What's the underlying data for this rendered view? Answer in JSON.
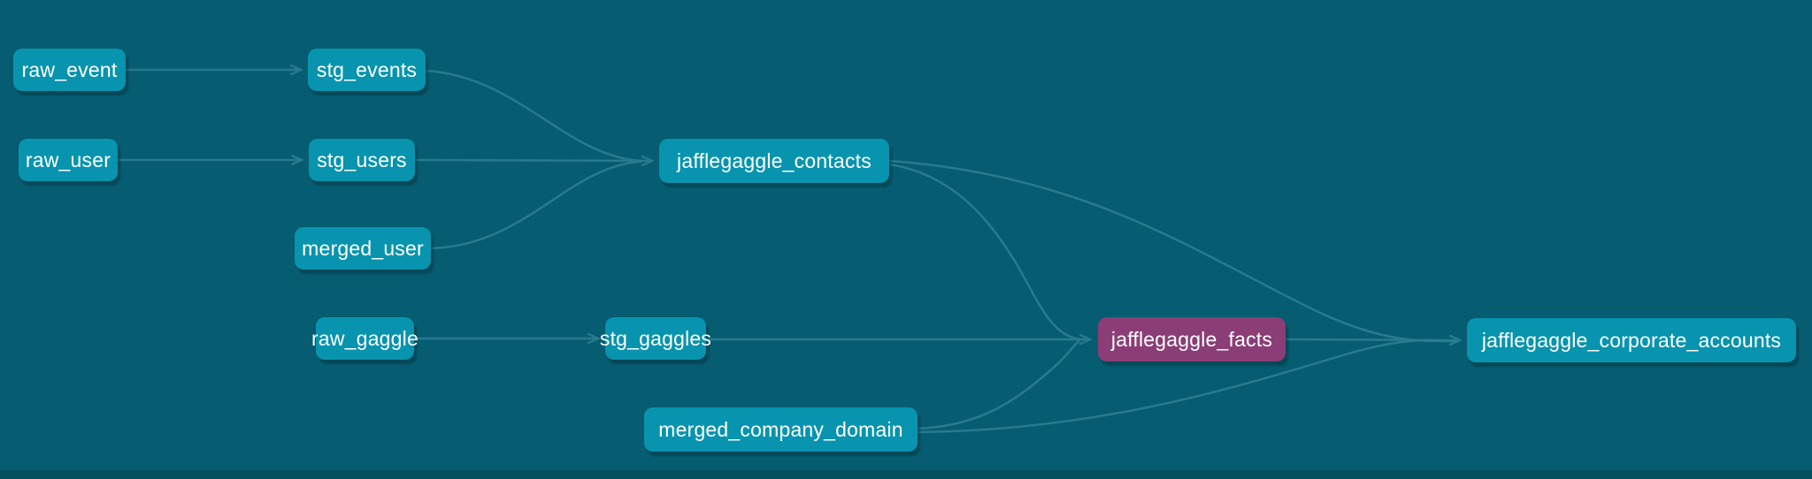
{
  "app": {
    "view_name": "lineage-graph"
  },
  "colors": {
    "background": "#065c70",
    "footer_bar": "#04505f",
    "node_fill": "#0894ae",
    "node_highlight_fill": "#8b3e76",
    "node_text": "#ffffff",
    "edge": "#2a7c90"
  },
  "graph": {
    "nodes": [
      {
        "id": "raw_event",
        "label": "raw_event",
        "kind": "model"
      },
      {
        "id": "stg_events",
        "label": "stg_events",
        "kind": "model"
      },
      {
        "id": "raw_user",
        "label": "raw_user",
        "kind": "model"
      },
      {
        "id": "stg_users",
        "label": "stg_users",
        "kind": "model"
      },
      {
        "id": "merged_user",
        "label": "merged_user",
        "kind": "model"
      },
      {
        "id": "jafflegaggle_contacts",
        "label": "jafflegaggle_contacts",
        "kind": "model"
      },
      {
        "id": "raw_gaggle",
        "label": "raw_gaggle",
        "kind": "model"
      },
      {
        "id": "stg_gaggles",
        "label": "stg_gaggles",
        "kind": "model"
      },
      {
        "id": "merged_company_domain",
        "label": "merged_company_domain",
        "kind": "model"
      },
      {
        "id": "jafflegaggle_facts",
        "label": "jafflegaggle_facts",
        "kind": "highlighted"
      },
      {
        "id": "jafflegaggle_corporate_accounts",
        "label": "jafflegaggle_corporate_accounts",
        "kind": "model"
      }
    ],
    "edges": [
      {
        "source": "raw_event",
        "target": "stg_events"
      },
      {
        "source": "raw_user",
        "target": "stg_users"
      },
      {
        "source": "stg_events",
        "target": "jafflegaggle_contacts"
      },
      {
        "source": "stg_users",
        "target": "jafflegaggle_contacts"
      },
      {
        "source": "merged_user",
        "target": "jafflegaggle_contacts"
      },
      {
        "source": "raw_gaggle",
        "target": "stg_gaggles"
      },
      {
        "source": "stg_gaggles",
        "target": "jafflegaggle_facts"
      },
      {
        "source": "jafflegaggle_contacts",
        "target": "jafflegaggle_facts"
      },
      {
        "source": "jafflegaggle_contacts",
        "target": "jafflegaggle_corporate_accounts"
      },
      {
        "source": "merged_company_domain",
        "target": "jafflegaggle_facts"
      },
      {
        "source": "merged_company_domain",
        "target": "jafflegaggle_corporate_accounts"
      },
      {
        "source": "jafflegaggle_facts",
        "target": "jafflegaggle_corporate_accounts"
      }
    ]
  }
}
